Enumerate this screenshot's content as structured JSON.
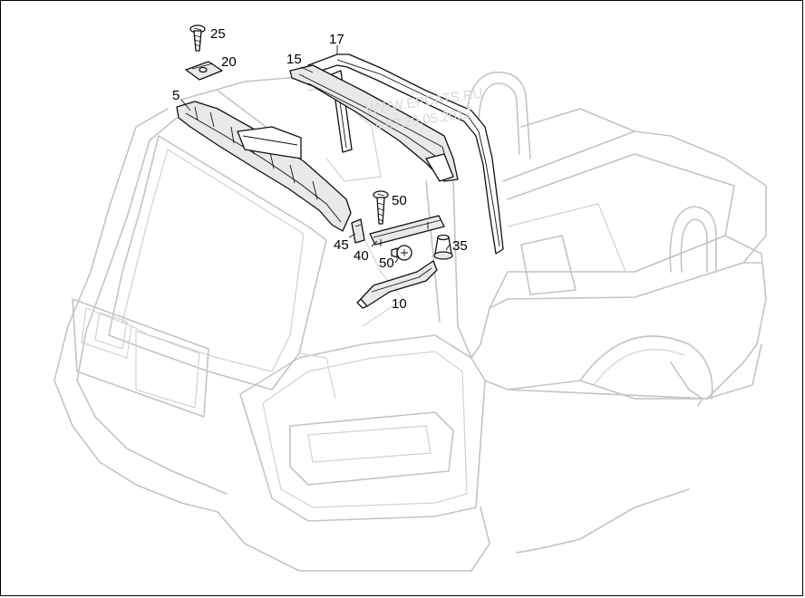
{
  "callouts": {
    "c25": "25",
    "c20": "20",
    "c5": "5",
    "c15": "15",
    "c17": "17",
    "c50a": "50",
    "c45": "45",
    "c40": "40",
    "c50b": "50",
    "c35": "35",
    "c10": "10"
  },
  "watermark": {
    "line1": "WWW.EPCATS.RU",
    "line2": "4.07.29.05.2012"
  },
  "colors": {
    "ghost_body": "#c4c4c4",
    "part_outline": "#111111"
  }
}
